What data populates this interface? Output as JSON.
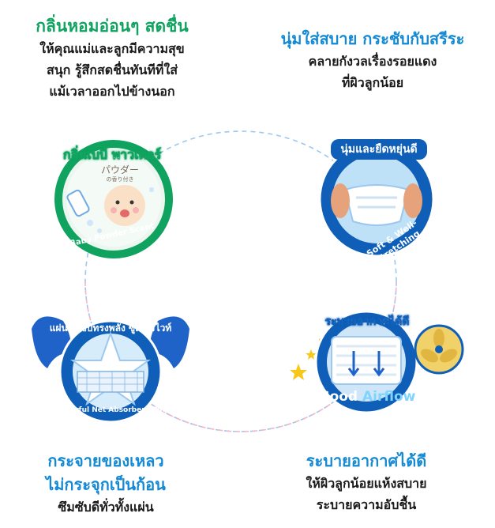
{
  "top_left": {
    "title": "กลิ่นหอมอ่อนๆ สดชื่น",
    "lines": [
      "ให้คุณแม่และลูกมีความสุข",
      "สนุก รู้สึกสดชื่นทันทีที่ใส่",
      "แม้เวลาออกไปข้างนอก"
    ]
  },
  "top_right": {
    "title": "นุ่มใส่สบาย กระชับกับสรีระ",
    "lines": [
      "คลายกังวลเรื่องรอยแดง",
      "ที่ผิวลูกน้อย"
    ]
  },
  "bottom_left": {
    "title_lines": [
      "กระจายของเหลว",
      "ไม่กระจุกเป็นก้อน"
    ],
    "lines": [
      "ซึมซับดีทั่วทั้งแผ่น"
    ]
  },
  "bottom_right": {
    "title": "ระบายอากาศได้ดี",
    "lines": [
      "ให้ผิวลูกน้อยแห้งสบาย",
      "ระบายความอับชื้น"
    ]
  },
  "badges": {
    "scent": {
      "thai": "กลิ่นเบบี้ พาวเดอร์",
      "japanese": "パウダー",
      "japanese_small": "の香り付き",
      "english": "Baby Powder Scent"
    },
    "soft": {
      "thai": "นุ่มและยืดหยุ่นดี",
      "english": "Soft & Well-Stretching"
    },
    "absorb": {
      "thai": "แผ่นซึมซับทรงพลัง ซูเปอร์ไวท์",
      "english": "Powerful Net Absorbent Pad"
    },
    "airflow": {
      "thai": "ระบายอากาศได้ดี",
      "english_1": "Good",
      "english_2": "Airflow"
    }
  },
  "colors": {
    "green": "#0fa35f",
    "blue": "#1489d4",
    "navy": "#0d3b8c",
    "text": "#1a1a1a"
  }
}
